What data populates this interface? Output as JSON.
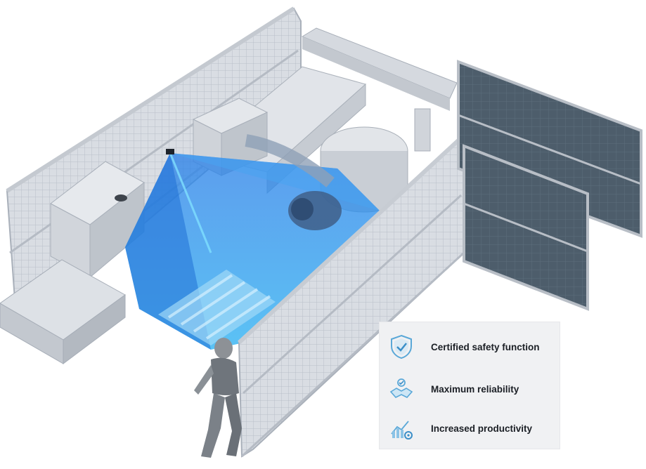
{
  "features": [
    {
      "label": "Certified safety function",
      "icon": "shield-check-icon"
    },
    {
      "label": "Maximum reliability",
      "icon": "handshake-icon"
    },
    {
      "label": "Increased productivity",
      "icon": "bar-chart-gear-icon"
    }
  ],
  "colors": {
    "protective_field": "#1e90ff",
    "fence_panel": "#d8dce2",
    "dark_fence_panel": "#4a5a68",
    "icon_accent": "#5aa8d8",
    "panel_background": "#f0f1f3",
    "text": "#1b1f25"
  }
}
